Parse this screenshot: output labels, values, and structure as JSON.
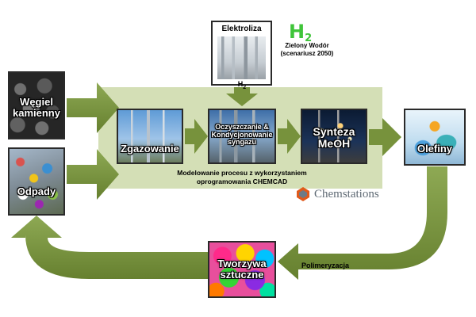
{
  "nodes": {
    "coal": "Węgiel kamienny",
    "waste": "Odpady",
    "gasification": "Zgazowanie",
    "cleaning": "Oczyszczanie & Kondycjonowanie syngazu",
    "methanol": "Synteza MeOH",
    "olefins": "Olefiny",
    "plastics": "Tworzywa sztuczne",
    "electrolysis": "Elektroliza"
  },
  "h2_logo": "H2",
  "green_hydrogen": "Zielony Wodór (scenariusz 2050)",
  "h2_arrow_label": "H2",
  "modeling_caption": "Modelowanie procesu z wykorzystaniem oprogramowania CHEMCAD",
  "polymerization_label": "Polimeryzacja",
  "brand": "Chemstations",
  "colors": {
    "arrow": "#77923c",
    "panel": "#d4dfb6",
    "logo_green": "#3fc43a"
  }
}
